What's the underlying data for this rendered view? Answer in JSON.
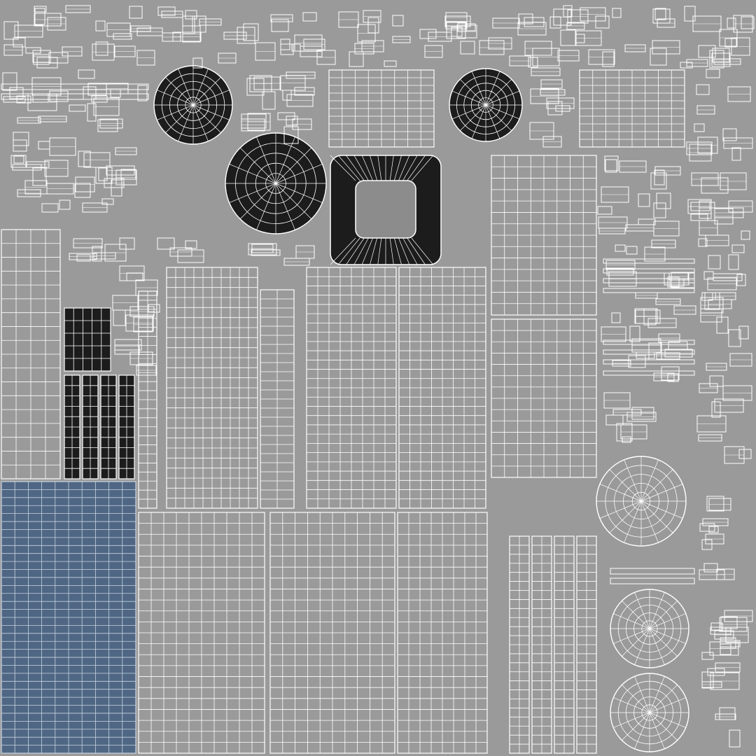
{
  "title": "",
  "colors": {
    "background": "#9a9a9a",
    "wireframe": "#ffffff",
    "dark_fill": "#1c1c1c",
    "blue_panel": "#4f6784",
    "blue_panel_grid": "#c8d4e0"
  },
  "panels": [
    {
      "name": "left-strip-panel",
      "cols": 4,
      "rows": 18,
      "fill": "none"
    },
    {
      "name": "blue-solar-panel",
      "cols": 10,
      "rows": 34,
      "fill": "blue"
    },
    {
      "name": "top-grid-panel-left",
      "cols": 8,
      "rows": 10,
      "fill": "none"
    },
    {
      "name": "top-grid-panel-right",
      "cols": 8,
      "rows": 10,
      "fill": "none"
    },
    {
      "name": "central-tall-panel-1",
      "cols": 10,
      "rows": 24,
      "fill": "none"
    },
    {
      "name": "central-tall-panel-2",
      "cols": 8,
      "rows": 26,
      "fill": "none"
    },
    {
      "name": "central-tall-panel-3",
      "cols": 8,
      "rows": 26,
      "fill": "none"
    },
    {
      "name": "lower-grid-panel-1",
      "cols": 10,
      "rows": 22,
      "fill": "none"
    },
    {
      "name": "lower-grid-panel-2",
      "cols": 10,
      "rows": 22,
      "fill": "none"
    },
    {
      "name": "lower-grid-panel-3",
      "cols": 8,
      "rows": 22,
      "fill": "none"
    },
    {
      "name": "right-column-panel-upper",
      "cols": 8,
      "rows": 14,
      "fill": "none"
    },
    {
      "name": "right-column-panel-lower",
      "cols": 8,
      "rows": 14,
      "fill": "none"
    },
    {
      "name": "dark-box-panel",
      "cols": 5,
      "rows": 5,
      "fill": "dark"
    }
  ],
  "domes": [
    {
      "name": "dark-dome-left",
      "fill": "dark"
    },
    {
      "name": "dark-dome-right",
      "fill": "dark"
    },
    {
      "name": "dark-dome-center",
      "fill": "dark"
    },
    {
      "name": "radial-disc-right-upper",
      "fill": "none"
    },
    {
      "name": "radial-disc-right-lower-1",
      "fill": "none"
    },
    {
      "name": "radial-disc-right-lower-2",
      "fill": "none"
    }
  ]
}
